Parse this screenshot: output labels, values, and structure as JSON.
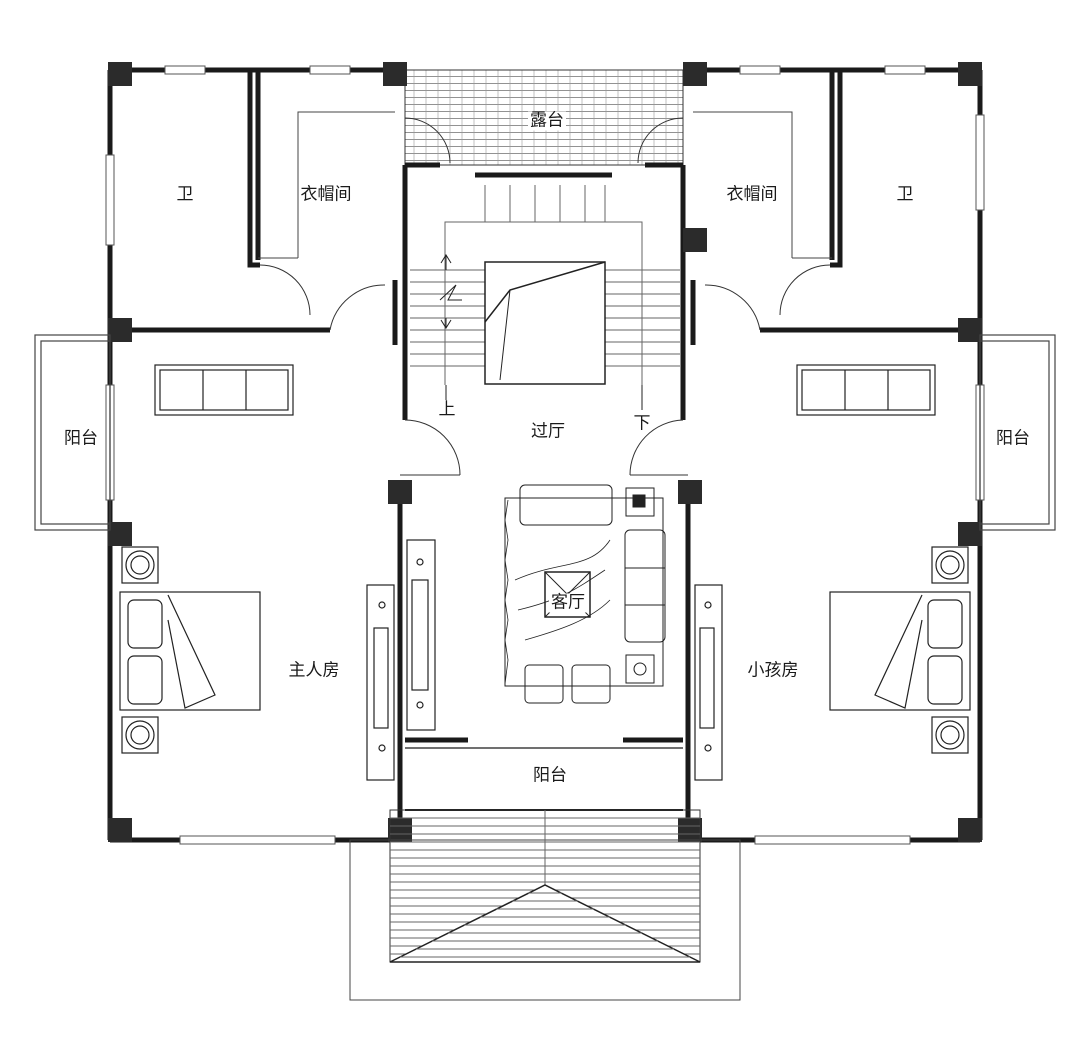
{
  "rooms": {
    "terrace_top": "露台",
    "wc_left": "卫",
    "closet_left": "衣帽间",
    "closet_right": "衣帽间",
    "wc_right": "卫",
    "balcony_left": "阳台",
    "balcony_right": "阳台",
    "hall": "过厅",
    "living_room": "客厅",
    "master_bedroom": "主人房",
    "kids_room": "小孩房",
    "balcony_bottom": "阳台"
  },
  "stairs": {
    "up": "上",
    "down": "下"
  },
  "colors": {
    "wall": "#1a1a1a",
    "column": "#2b2b2b",
    "thin_line": "#555555",
    "background": "#ffffff"
  }
}
